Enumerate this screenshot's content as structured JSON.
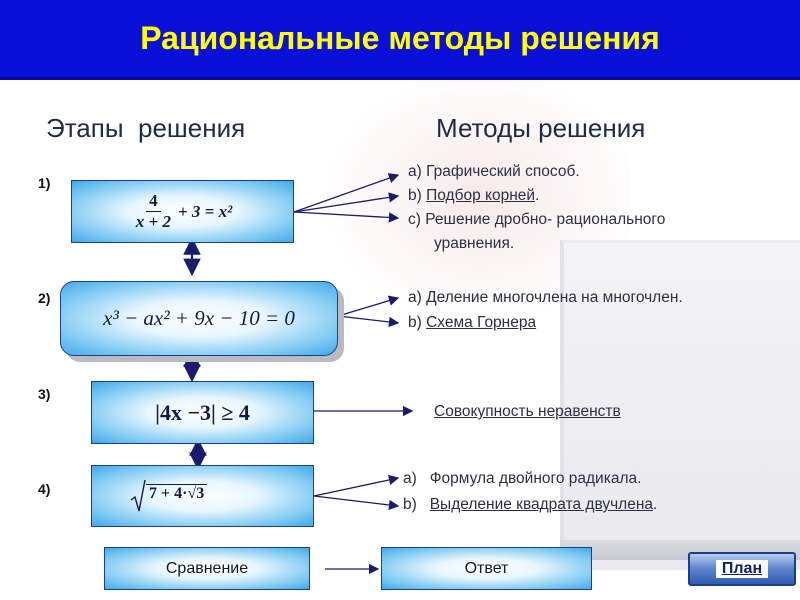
{
  "header": {
    "title": "Рациональные методы решения"
  },
  "columns": {
    "left": "Этапы  решения",
    "right": "Методы решения"
  },
  "steps": [
    {
      "num": "1)",
      "formula": {
        "numerator": "4",
        "denominator": "x + 2",
        "rest": "+ 3 = x²"
      },
      "methods": [
        {
          "prefix": "а)",
          "text": "Графический способ."
        },
        {
          "prefix": "b)",
          "text": "Подбор корней",
          "suffix": "."
        },
        {
          "prefix": "с)",
          "text": "Решение дробно- рационального"
        },
        {
          "prefix": "",
          "text": "уравнения."
        }
      ]
    },
    {
      "num": "2)",
      "formula": {
        "text": "x³ − ax² + 9x − 10 = 0"
      },
      "methods": [
        {
          "prefix": "а)",
          "text": "Деление многочлена на многочлен."
        },
        {
          "prefix": "b)",
          "text": "Схема Горнера"
        }
      ]
    },
    {
      "num": "3)",
      "formula": {
        "text": "|4x −3| ≥ 4"
      },
      "methods": [
        {
          "prefix": "",
          "text": "Совокупность неравенств"
        }
      ]
    },
    {
      "num": "4)",
      "formula": {
        "text": "7 + 4·√3"
      },
      "methods": [
        {
          "prefix": "а)",
          "text": "Формула двойного радикала."
        },
        {
          "prefix": "b)",
          "text": "Выделение квадрата двучлена",
          "suffix": "."
        }
      ]
    }
  ],
  "buttons": {
    "compare": "Сравнение",
    "answer": "Ответ",
    "plan": "План"
  },
  "colors": {
    "header_bg": "#0a10d8",
    "header_text": "#ffff00",
    "box_fill": "#7fcaf3",
    "arrow": "#1b1b6e"
  }
}
